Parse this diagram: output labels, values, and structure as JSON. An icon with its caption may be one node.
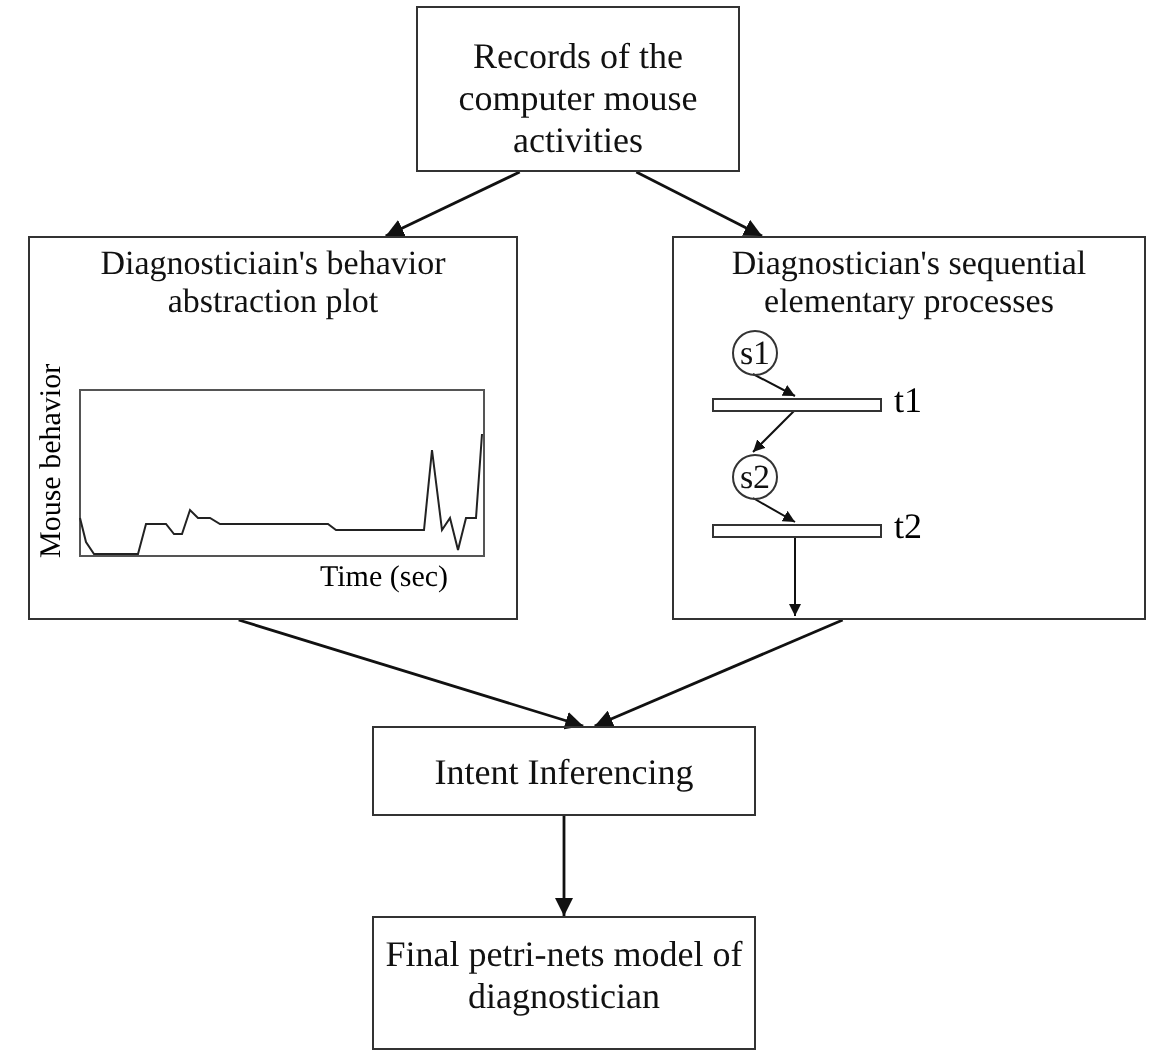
{
  "diagram": {
    "nodes": [
      {
        "text": [
          "Records of the computer mouse activities"
        ]
      },
      {
        "text": [
          "Diagnosticiain's behavior abstraction plot"
        ]
      },
      {
        "text": [
          "Diagnostician's sequential elementary processes"
        ]
      },
      {
        "text": [
          "s1"
        ],
        "in": 2
      },
      {
        "text": [],
        "shape": "bar",
        "in": 2,
        "beside": [
          "t1"
        ]
      },
      {
        "text": [
          "s2"
        ],
        "in": 2
      },
      {
        "text": [],
        "shape": "bar",
        "in": 2,
        "beside": [
          "t2"
        ]
      },
      {
        "text": [
          "Intent Inferencing"
        ]
      },
      {
        "text": [
          "Final petri-nets model of diagnostician"
        ]
      }
    ],
    "edges": [
      {
        "from": 0,
        "to": 1,
        "arrow": "to"
      },
      {
        "from": 0,
        "to": 2,
        "arrow": "to"
      },
      {
        "from": 3,
        "to": 4,
        "arrow": "to"
      },
      {
        "from": 4,
        "to": 5,
        "arrow": "to"
      },
      {
        "from": 5,
        "to": 6,
        "arrow": "to"
      },
      {
        "from": 6,
        "to": null,
        "arrow": "to"
      },
      {
        "from": 1,
        "to": 7,
        "arrow": "to"
      },
      {
        "from": 2,
        "to": 7,
        "arrow": "to"
      },
      {
        "from": 7,
        "to": 8,
        "arrow": "to"
      }
    ],
    "labels": [
      "Mouse behavior",
      "Time (sec)"
    ]
  }
}
